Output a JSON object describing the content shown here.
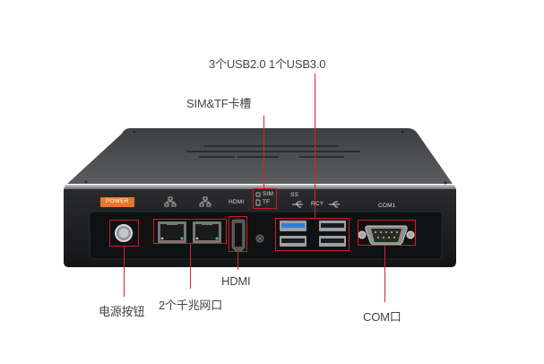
{
  "labels": {
    "usb": "3个USB2.0 1个USB3.0",
    "sim_tf": "SIM&TF卡槽",
    "hdmi": "HDMI",
    "power_button": "电源按钮",
    "lan": "2个千兆网口",
    "com": "COM口"
  },
  "silkscreen": {
    "power": "POWER",
    "hdmi": "HDMI",
    "sim": "SIM",
    "tf": "TF",
    "usb3_logo": "SS",
    "rcy": "RCY",
    "com1": "COM1"
  },
  "colors": {
    "callout": "#d9232d",
    "power_badge": "#e8772e",
    "usb3_port": "#2f7fd8",
    "body": "#1c1d1f",
    "top": "#4a4c4f"
  },
  "icons": {
    "lan_icon_1": "network-icon",
    "lan_icon_2": "network-icon",
    "usb_icon_1": "usb-icon",
    "usb_icon_2": "usb-icon"
  }
}
